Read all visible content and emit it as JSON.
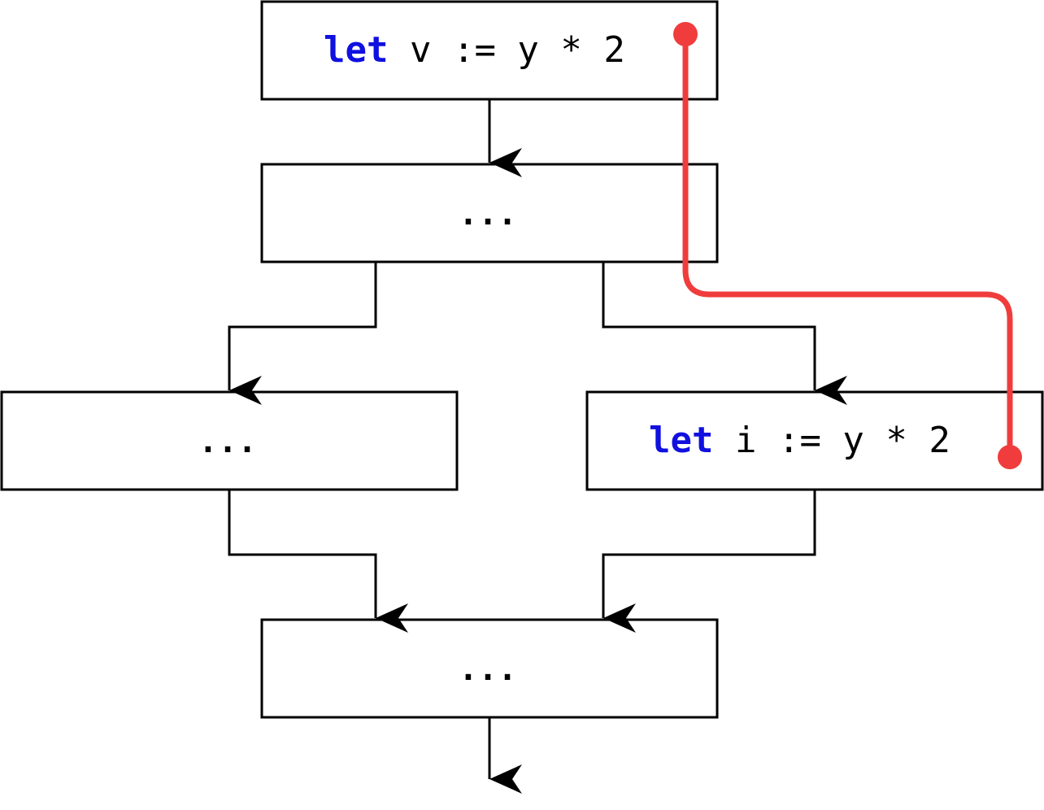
{
  "blocks": {
    "top": {
      "keyword": "let",
      "rest": " v := y * 2"
    },
    "middle": {
      "text": "..."
    },
    "left": {
      "text": "..."
    },
    "right": {
      "keyword": "let",
      "rest": " i := y * 2"
    },
    "bottom": {
      "text": "..."
    }
  },
  "colors": {
    "keyword": "#1010e0",
    "text": "#000000",
    "block_border": "#000000",
    "edge": "#000000",
    "link": "#f03c3c",
    "background": "#ffffff"
  }
}
